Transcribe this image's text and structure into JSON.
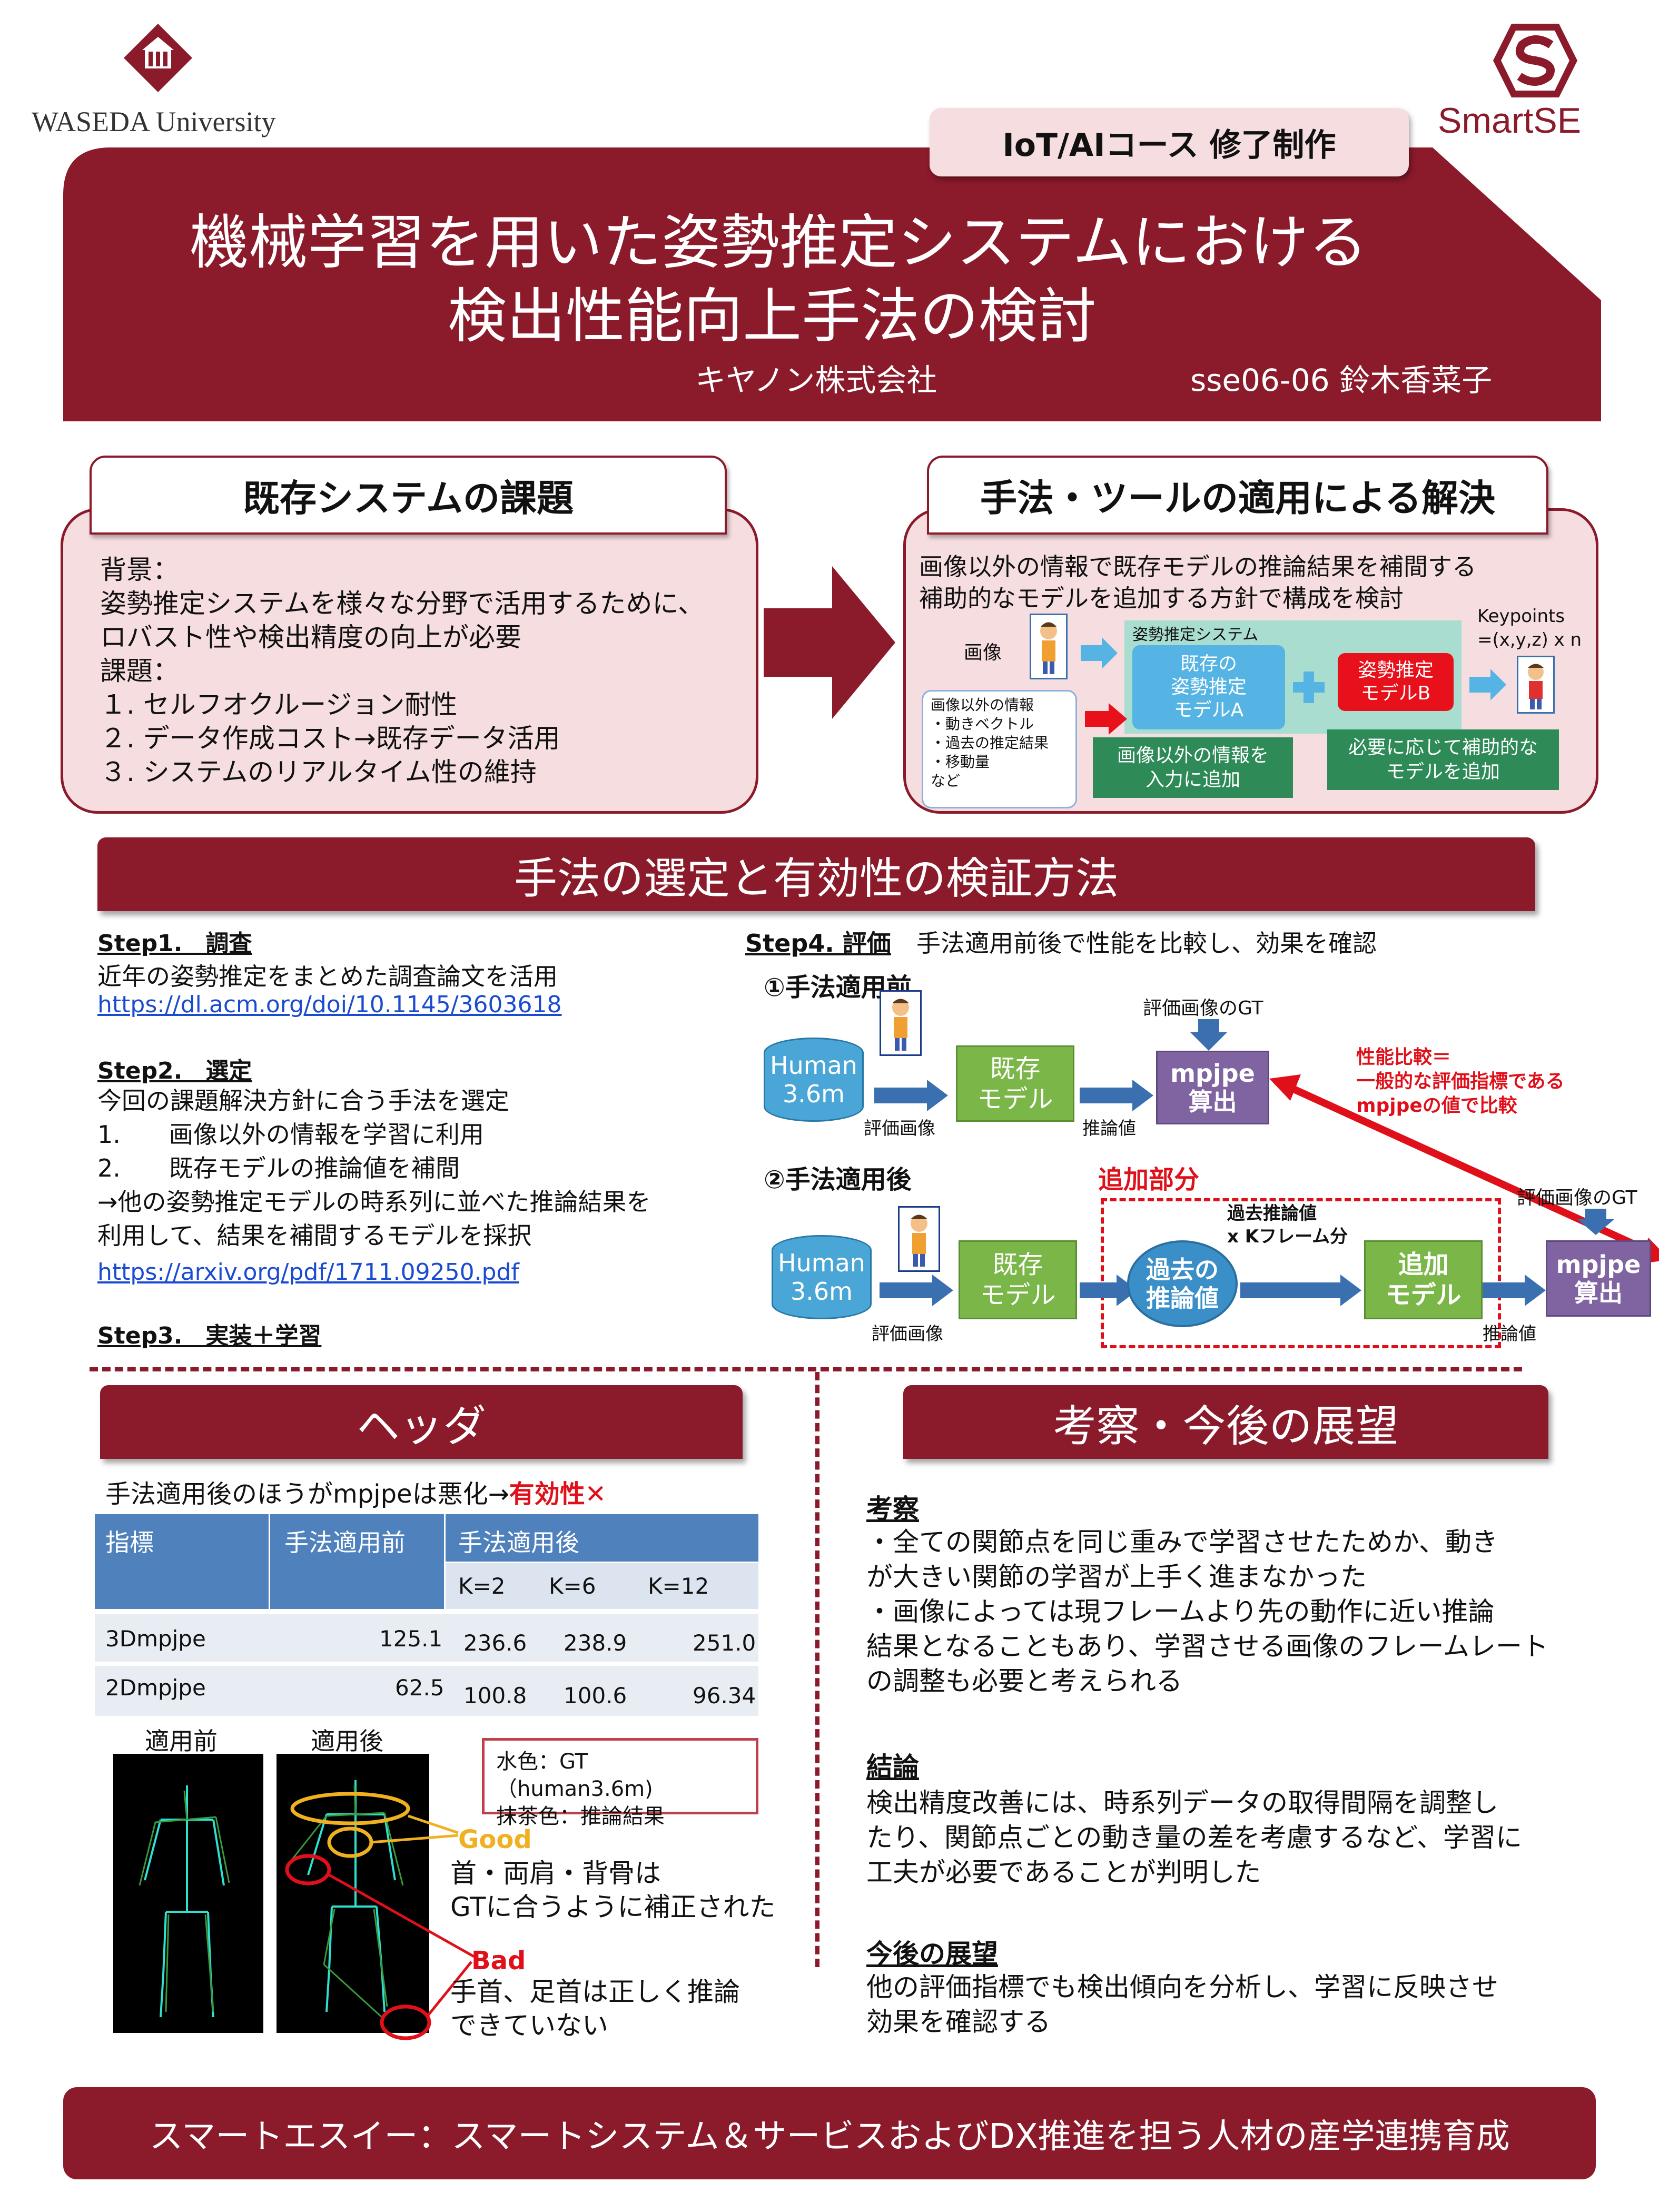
{
  "logos": {
    "waseda": "WASEDA University",
    "smartse": "SmartSE"
  },
  "course_badge": "IoT/AIコース 修了制作",
  "title": {
    "line1": "機械学習を用いた姿勢推定システムにおける",
    "line2": "検出性能向上手法の検討",
    "company": "キヤノン株式会社",
    "author": "sse06-06 鈴木香菜子"
  },
  "problem": {
    "heading": "既存システムの課題",
    "lines": [
      "背景：",
      "姿勢推定システムを様々な分野で活用するために、",
      "ロバスト性や検出精度の向上が必要",
      "課題：",
      "１. セルフオクルージョン耐性",
      "２. データ作成コスト→既存データ活用",
      "３. システムのリアルタイム性の維持"
    ]
  },
  "solution": {
    "heading": "手法・ツールの適用による解決",
    "line1": "画像以外の情報で既存モデルの推論結果を補間する",
    "line2": "補助的なモデルを追加する方針で構成を検討",
    "image_label": "画像",
    "keypoints": [
      "Keypoints",
      "=(x,y,z) x n"
    ],
    "system_label": "姿勢推定システム",
    "model_a": [
      "既存の",
      "姿勢推定",
      "モデルA"
    ],
    "model_b": [
      "姿勢推定",
      "モデルB"
    ],
    "other_info": [
      "画像以外の情報",
      "・動きベクトル",
      "・過去の推定結果",
      "・移動量",
      "など"
    ],
    "note_input": [
      "画像以外の情報を",
      "入力に追加"
    ],
    "note_model": [
      "必要に応じて補助的な",
      "モデルを追加"
    ]
  },
  "method": {
    "heading": "手法の選定と有効性の検証方法",
    "step1_title": "Step1.　調査",
    "step1_text": "近年の姿勢推定をまとめた調査論文を活用",
    "step1_link": "https://dl.acm.org/doi/10.1145/3603618",
    "step2_title": "Step2.　選定",
    "step2_lines": [
      "今回の課題解決方針に合う手法を選定",
      "1.　　画像以外の情報を学習に利用",
      "2.　　既存モデルの推論値を補間",
      "→他の姿勢推定モデルの時系列に並べた推論結果を",
      "利用して、結果を補間するモデルを採択"
    ],
    "step2_link": "https://arxiv.org/pdf/1711.09250.pdf",
    "step3_title": "Step3.　実装＋学習",
    "step4_title": "Step4. 評価",
    "step4_text": "手法適用前後で性能を比較し、効果を確認",
    "before_title": "①手法適用前",
    "after_title": "②手法適用後",
    "human": [
      "Human",
      "3.6m"
    ],
    "existing_model": [
      "既存",
      "モデル"
    ],
    "eval_image": "評価画像",
    "infer_value": "推論値",
    "gt_label": "評価画像のGT",
    "mpjpe": [
      "mpjpe",
      "算出"
    ],
    "compare": [
      "性能比較＝",
      "一般的な評価指標である",
      "mpjpeの値で比較"
    ],
    "added_part": "追加部分",
    "past_infer": [
      "過去の",
      "推論値"
    ],
    "past_infer_note": [
      "過去推論値",
      "x Kフレーム分"
    ],
    "added_model": [
      "追加",
      "モデル"
    ]
  },
  "results": {
    "heading": "ヘッダ",
    "summary_prefix": "手法適用後のほうがmpjpeは悪化→",
    "summary_red": "有効性✕",
    "table": {
      "col_metric": "指標",
      "col_before": "手法適用前",
      "col_after": "手法適用後",
      "k_labels": [
        "K=2",
        "K=6",
        "K=12"
      ],
      "rows": [
        {
          "name": "3Dmpjpe",
          "before": "125.1",
          "after": [
            "236.6",
            "238.9",
            "251.0"
          ]
        },
        {
          "name": "2Dmpjpe",
          "before": "62.5",
          "after": [
            "100.8",
            "100.6",
            "96.34"
          ]
        }
      ]
    },
    "img_before": "適用前",
    "img_after": "適用後",
    "legend": [
      "水色：GT（human3.6m)",
      "抹茶色：推論結果"
    ],
    "good": "Good",
    "good_text": [
      "首・両肩・背骨は",
      "GTに合うように補正された"
    ],
    "bad": "Bad",
    "bad_text": [
      "手首、足首は正しく推論",
      "できていない"
    ]
  },
  "discussion": {
    "heading": "考察・今後の展望",
    "s1_title": "考察",
    "s1_lines": [
      "・全ての関節点を同じ重みで学習させたためか、動き",
      "が大きい関節の学習が上手く進まなかった",
      "・画像によっては現フレームより先の動作に近い推論",
      "結果となることもあり、学習させる画像のフレームレート",
      "の調整も必要と考えられる"
    ],
    "s2_title": "結論",
    "s2_lines": [
      "検出精度改善には、時系列データの取得間隔を調整し",
      "たり、関節点ごとの動き量の差を考慮するなど、学習に",
      "工夫が必要であることが判明した"
    ],
    "s3_title": "今後の展望",
    "s3_lines": [
      "他の評価指標でも検出傾向を分析し、学習に反映させ",
      "効果を確認する"
    ]
  },
  "footer": "スマートエスイー：スマートシステム＆サービスおよびDX推進を担う人材の産学連携育成",
  "colors": {
    "maroon": "#8b1a2b",
    "pink": "#f6dde0",
    "green": "#7ab648",
    "purple": "#8064a2",
    "blue": "#4aa6d6",
    "red": "#e0101a"
  }
}
